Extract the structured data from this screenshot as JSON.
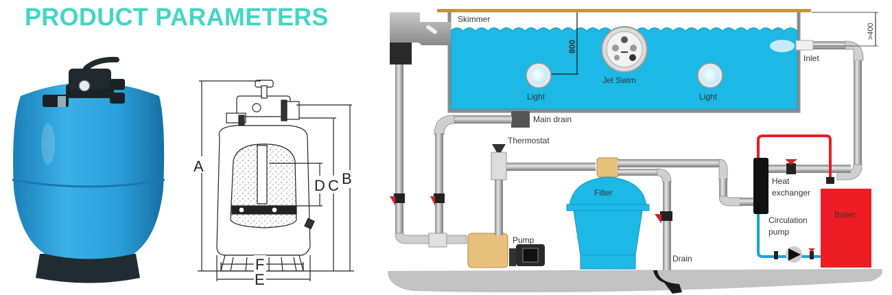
{
  "header": {
    "title": "PRODUCT PARAMETERS"
  },
  "colors": {
    "accent": "#44d6c4",
    "water": "#1cb8e6",
    "tank": "#2a9fd8",
    "boiler": "#ee1c25",
    "pipe": "#b8b8b8",
    "brass": "#e8c17a"
  },
  "dimension_drawing": {
    "labels": {
      "a": "A",
      "b": "B",
      "c": "C",
      "d": "D",
      "e": "E",
      "f": "F"
    }
  },
  "pool_diagram": {
    "labels": {
      "skimmer": "Skimmer",
      "depth": "800",
      "jet_swim": "Jet Swim",
      "light_left": "Light",
      "light_right": "Light",
      "inlet": "Inlet",
      "inlet_depth": ">400",
      "main_drain": "Main drain",
      "thermostat": "Thermostat",
      "filter": "Filter",
      "pump": "Pump",
      "drain": "Drain",
      "heat_exchanger_1": "Heat",
      "heat_exchanger_2": "exchanger",
      "circulation_pump_1": "Circulation",
      "circulation_pump_2": "pump",
      "boiler": "Boiler"
    }
  }
}
